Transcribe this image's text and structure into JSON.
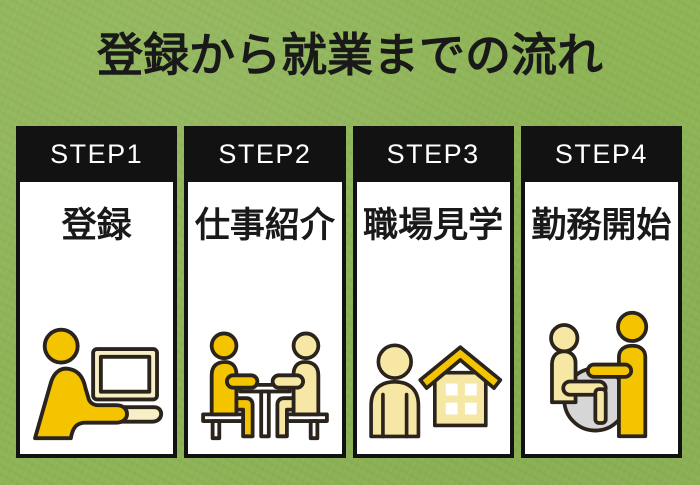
{
  "title": "登録から就業までの流れ",
  "steps": [
    {
      "step_label": "STEP1",
      "title": "登録",
      "icon": "registration-laptop-icon"
    },
    {
      "step_label": "STEP2",
      "title": "仕事紹介",
      "icon": "job-interview-meeting-icon"
    },
    {
      "step_label": "STEP3",
      "title": "職場見学",
      "icon": "workplace-visit-house-icon"
    },
    {
      "step_label": "STEP4",
      "title": "勤務開始",
      "icon": "work-start-wheelchair-icon"
    }
  ],
  "colors": {
    "background_green": "#8eb456",
    "header_black": "#121212",
    "card_white": "#ffffff",
    "text_black": "#191919",
    "step_text_white": "#ffffff",
    "icon_yellow": "#f5c400",
    "icon_cream": "#f6e7a4",
    "laptop_cream": "#f8efc6",
    "wheel_grey": "#d6d6d6",
    "icon_outline": "#2b241c"
  }
}
